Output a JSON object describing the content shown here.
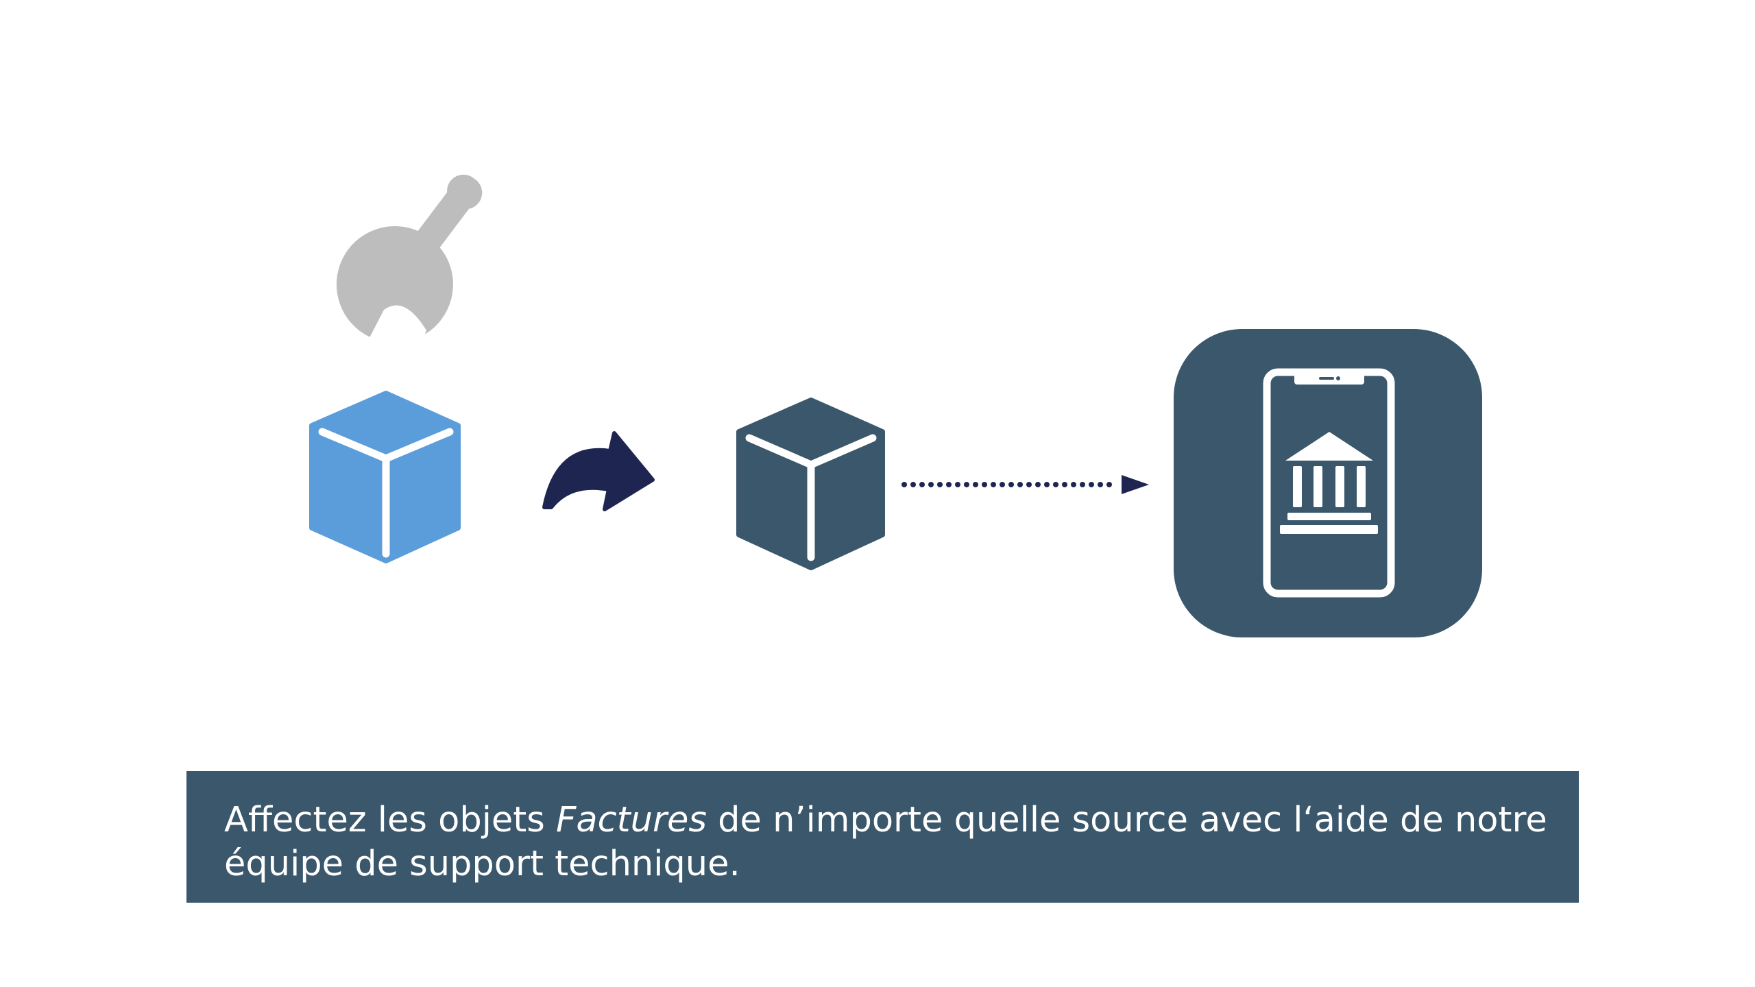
{
  "colors": {
    "light_cube": "#5b9ddb",
    "dark_cube": "#3a576c",
    "wrench": "#bdbdbd",
    "curved_arrow": "#1e2550",
    "dotted_arrow": "#1e2550",
    "phone_tile": "#3a576c",
    "caption_background": "#3a576c",
    "caption_text": "#ffffff"
  },
  "icons": {
    "wrench": "wrench-icon",
    "source_cube": "cube-icon",
    "transform_arrow": "curved-arrow-icon",
    "result_cube": "cube-icon",
    "link_arrow": "dotted-arrow-icon",
    "phone": "smartphone-icon",
    "bank": "bank-icon"
  },
  "caption": {
    "part1": "Affectez les objets ",
    "emphasis": "Factures",
    "part2": " de n’importe quelle source avec l‘aide de notre équipe de support technique."
  }
}
